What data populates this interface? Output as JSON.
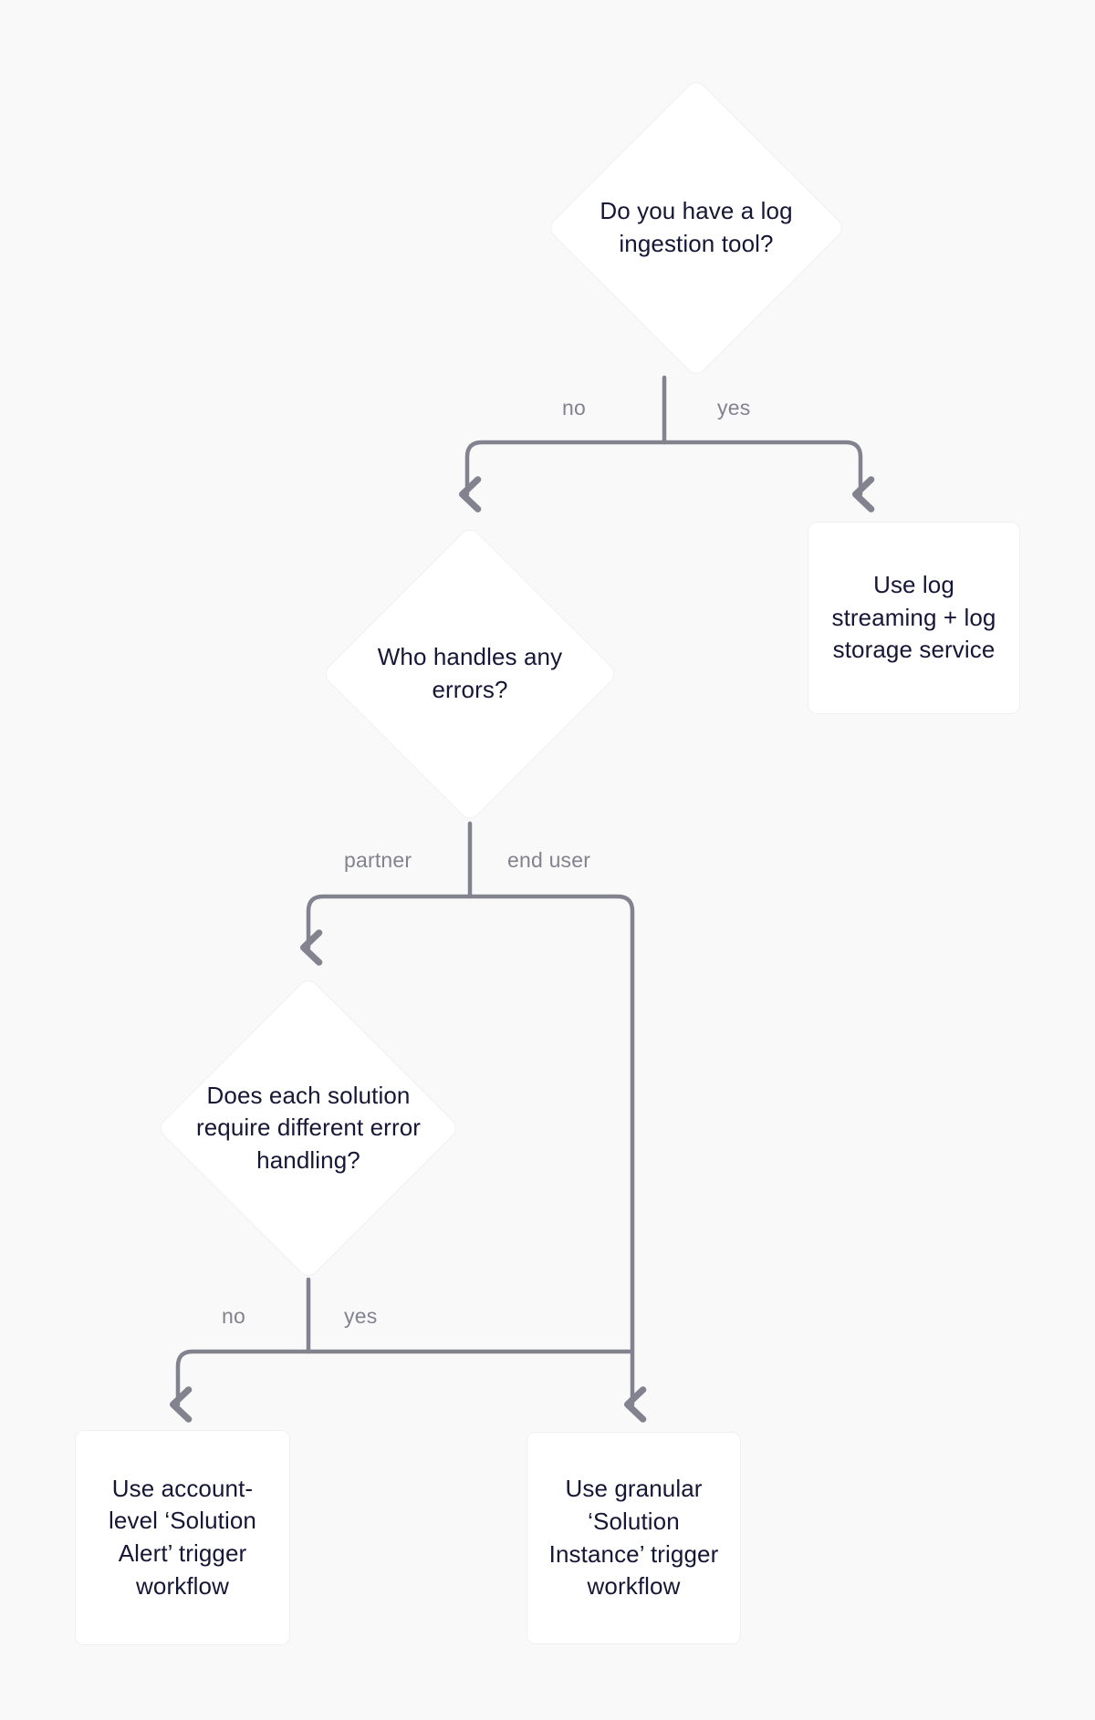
{
  "diagram": {
    "title": "Log ingestion and error handling decision flowchart",
    "type": "flowchart",
    "colors": {
      "background": "#f9f9fa",
      "node_fill": "#ffffff",
      "node_border": "#f0f0f1",
      "node_text": "#161636",
      "edge_line": "#83838f",
      "edge_label_text": "#83838f"
    },
    "nodes": [
      {
        "id": "q-log-ingestion",
        "shape": "diamond",
        "text": "Do you have a log ingestion tool?"
      },
      {
        "id": "r-log-streaming",
        "shape": "rect",
        "text": "Use log streaming + log storage service"
      },
      {
        "id": "q-who-handles-errors",
        "shape": "diamond",
        "text": "Who handles any errors?"
      },
      {
        "id": "q-different-error-handling",
        "shape": "diamond",
        "text": "Does each solution require different error handling?"
      },
      {
        "id": "r-account-level-alert",
        "shape": "rect",
        "text": "Use account-level ‘Solution Alert’ trigger workflow"
      },
      {
        "id": "r-granular-instance",
        "shape": "rect",
        "text": "Use granular ‘Solution Instance’ trigger workflow"
      }
    ],
    "edges": [
      {
        "id": "e1",
        "from": "q-log-ingestion",
        "to": "q-who-handles-errors",
        "label": "no"
      },
      {
        "id": "e2",
        "from": "q-log-ingestion",
        "to": "r-log-streaming",
        "label": "yes"
      },
      {
        "id": "e3",
        "from": "q-who-handles-errors",
        "to": "q-different-error-handling",
        "label": "partner"
      },
      {
        "id": "e4",
        "from": "q-who-handles-errors",
        "to": "r-granular-instance",
        "label": "end user"
      },
      {
        "id": "e5",
        "from": "q-different-error-handling",
        "to": "r-account-level-alert",
        "label": "no"
      },
      {
        "id": "e6",
        "from": "q-different-error-handling",
        "to": "r-granular-instance",
        "label": "yes"
      }
    ]
  }
}
